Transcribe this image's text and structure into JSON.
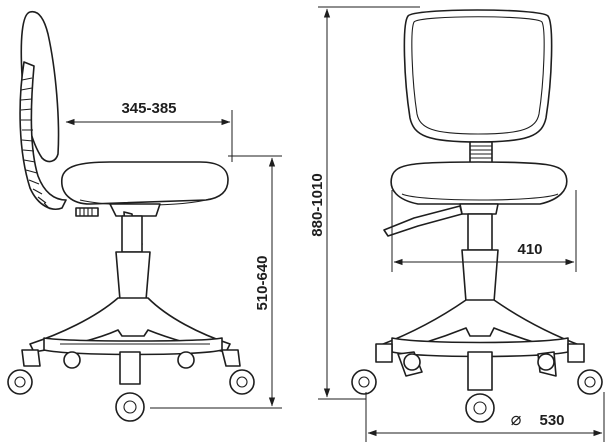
{
  "dimensions": {
    "seat_depth": "345-385",
    "overall_height": "880-1010",
    "seat_height": "510-640",
    "seat_width": "410",
    "base_diameter": "530",
    "diameter_symbol": "⌀"
  },
  "colors": {
    "line": "#1e1e1e",
    "background": "#ffffff"
  }
}
